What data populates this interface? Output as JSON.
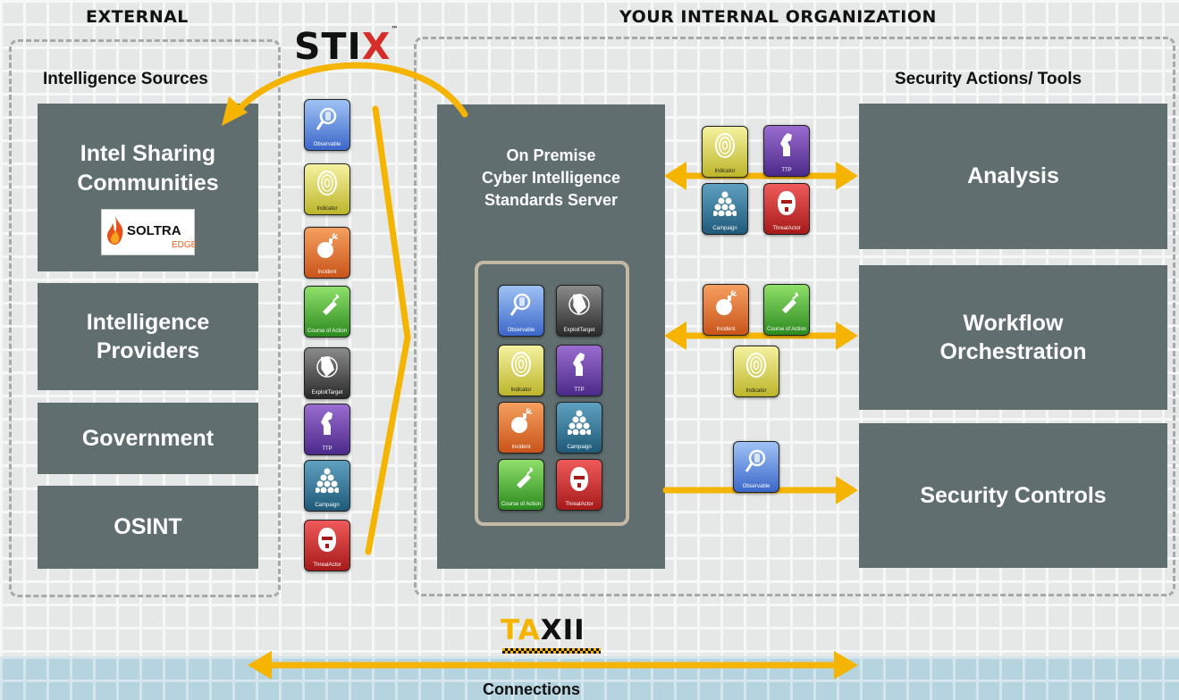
{
  "zones": {
    "external_title": "EXTERNAL",
    "internal_title": "YOUR INTERNAL ORGANIZATION"
  },
  "external": {
    "heading": "Intelligence Sources",
    "sources": [
      "Intel Sharing\nCommunities",
      "Intelligence\nProviders",
      "Government",
      "OSINT"
    ],
    "partner_logo": {
      "name": "SOLTRA",
      "sub": "EDGE"
    }
  },
  "stix_logo": {
    "text_a": "STI",
    "text_b": "X",
    "tm": "™"
  },
  "stix_objects": [
    {
      "kind": "observable",
      "label": "Observable"
    },
    {
      "kind": "indicator",
      "label": "Indicator"
    },
    {
      "kind": "incident",
      "label": "Incident"
    },
    {
      "kind": "coa",
      "label": "Course of Action"
    },
    {
      "kind": "exploit",
      "label": "ExploitTarget"
    },
    {
      "kind": "ttp",
      "label": "TTP"
    },
    {
      "kind": "campaign",
      "label": "Campaign"
    },
    {
      "kind": "threat",
      "label": "ThreatActor"
    }
  ],
  "server": {
    "title": "On Premise\nCyber Intelligence\nStandards Server",
    "objects": [
      {
        "kind": "observable",
        "label": "Observable"
      },
      {
        "kind": "exploit",
        "label": "ExploitTarget"
      },
      {
        "kind": "indicator",
        "label": "Indicator"
      },
      {
        "kind": "ttp",
        "label": "TTP"
      },
      {
        "kind": "incident",
        "label": "Incident"
      },
      {
        "kind": "campaign",
        "label": "Campaign"
      },
      {
        "kind": "coa",
        "label": "Course of Action"
      },
      {
        "kind": "threat",
        "label": "ThreatActor"
      }
    ]
  },
  "internal": {
    "heading": "Security Actions/ Tools",
    "tools": [
      "Analysis",
      "Workflow\nOrchestration",
      "Security Controls"
    ]
  },
  "flows": {
    "analysis": [
      {
        "kind": "indicator",
        "label": "Indicator"
      },
      {
        "kind": "ttp",
        "label": "TTP"
      },
      {
        "kind": "campaign",
        "label": "Campaign"
      },
      {
        "kind": "threat",
        "label": "ThreatActor"
      }
    ],
    "workflow": [
      {
        "kind": "incident",
        "label": "Incident"
      },
      {
        "kind": "coa",
        "label": "Course of Action"
      },
      {
        "kind": "indicator",
        "label": "Indicator"
      }
    ],
    "controls": [
      {
        "kind": "observable",
        "label": "Observable"
      }
    ]
  },
  "taxii_logo": {
    "a": "TA",
    "b": "XII"
  },
  "connections_label": "Connections",
  "colors": {
    "box": "#606e6f",
    "arrow": "#f5b400",
    "dash": "#a8a8a8"
  }
}
